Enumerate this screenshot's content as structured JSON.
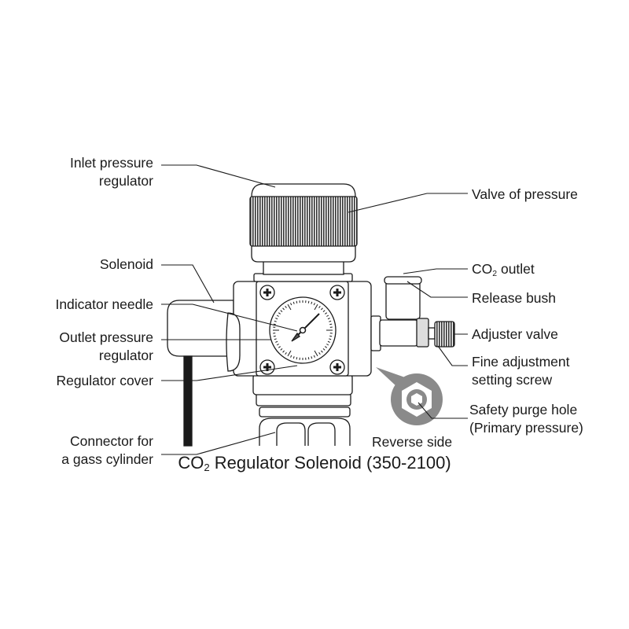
{
  "labels": {
    "inlet": [
      "Inlet pressure",
      "regulator"
    ],
    "valve": "Valve of pressure",
    "solenoid": "Solenoid",
    "co2_outlet": {
      "main": "CO",
      "sub": "2",
      "rest": " outlet"
    },
    "release_bush": "Release bush",
    "indicator_needle": "Indicator needle",
    "adjuster_valve": "Adjuster valve",
    "outlet": [
      "Outlet pressure",
      "regulator"
    ],
    "fine_adjust": [
      "Fine adjustment",
      "setting screw"
    ],
    "regulator_cover": "Regulator cover",
    "safety_purge": [
      "Safety purge hole",
      "(Primary pressure)"
    ],
    "reverse_side": "Reverse side",
    "connector": [
      "Connector for",
      "a gass cylinder"
    ]
  },
  "caption": {
    "main": "CO",
    "sub": "2",
    "rest": " Regulator Solenoid (350-2100)"
  },
  "colors": {
    "line": "#1a1a1a",
    "gray": "#8a8a8a"
  }
}
